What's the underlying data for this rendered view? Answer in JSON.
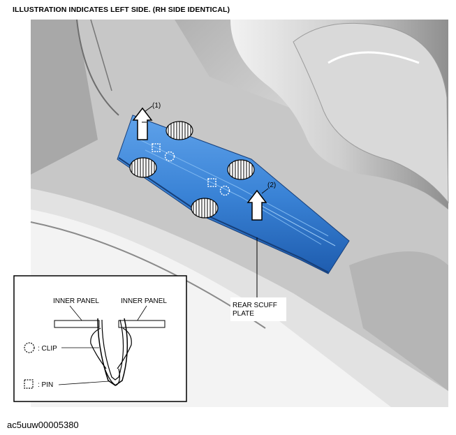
{
  "header": "ILLUSTRATION INDICATES LEFT SIDE. (RH SIDE IDENTICAL)",
  "figure_code": "ac5uuw00005380",
  "callouts": {
    "step1": "(1)",
    "step2": "(2)",
    "part_line1": "REAR SCUFF",
    "part_line2": "PLATE"
  },
  "detail": {
    "inner_panel_left": "INNER PANEL",
    "inner_panel_right": "INNER PANEL",
    "legend_clip": ": CLIP",
    "legend_pin": ": PIN"
  },
  "colors": {
    "scuff_plate": "#3d86d8",
    "scuff_plate_dark": "#1f5fb4",
    "body_gray": "#b9b9b9"
  }
}
